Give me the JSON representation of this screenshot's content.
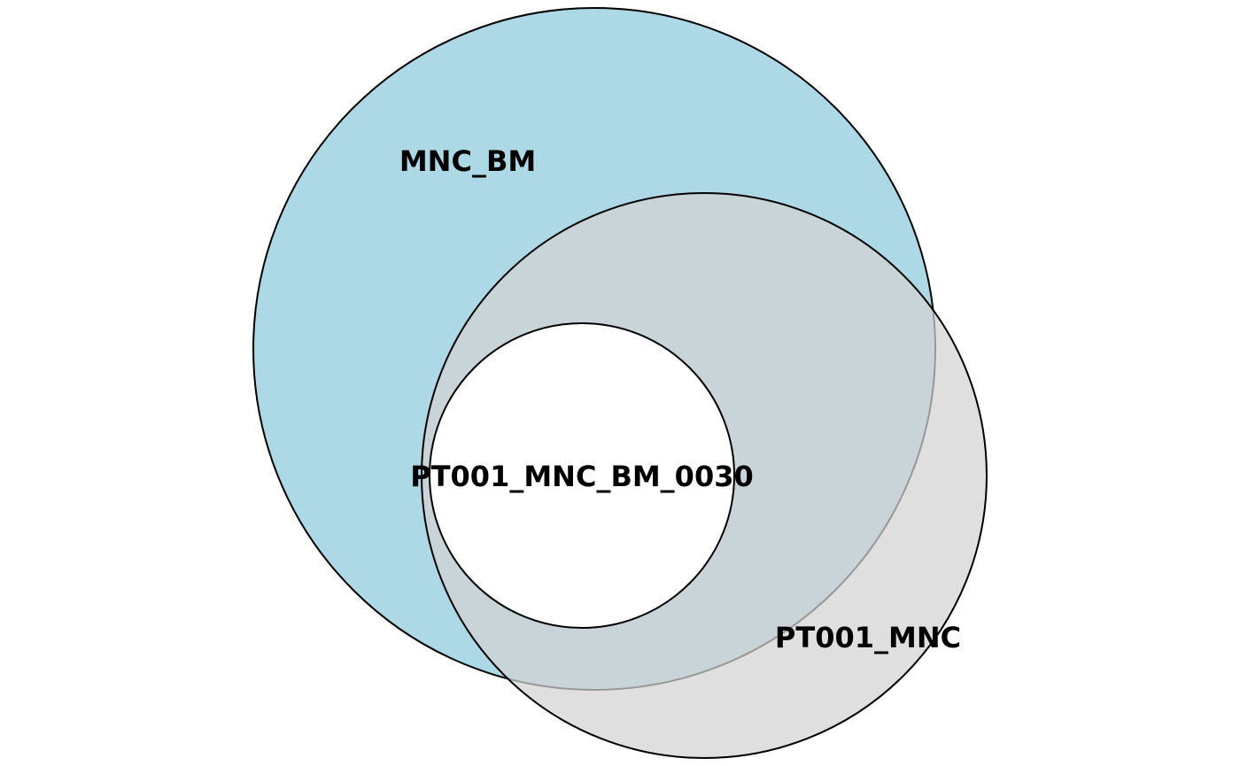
{
  "diagram": {
    "type": "venn-nested",
    "sets": [
      {
        "id": "mnc_bm",
        "label": "MNC_BM",
        "fill": "#add8e6",
        "stroke": "#000000"
      },
      {
        "id": "pt001_mnc",
        "label": "PT001_MNC",
        "fill": "#d3d3d3",
        "fill_opacity": 0.85,
        "stroke": "#000000"
      },
      {
        "id": "pt001_mnc_bm_0030",
        "label": "PT001_MNC_BM_0030",
        "fill": "#ffffff",
        "stroke": "#000000"
      }
    ]
  }
}
